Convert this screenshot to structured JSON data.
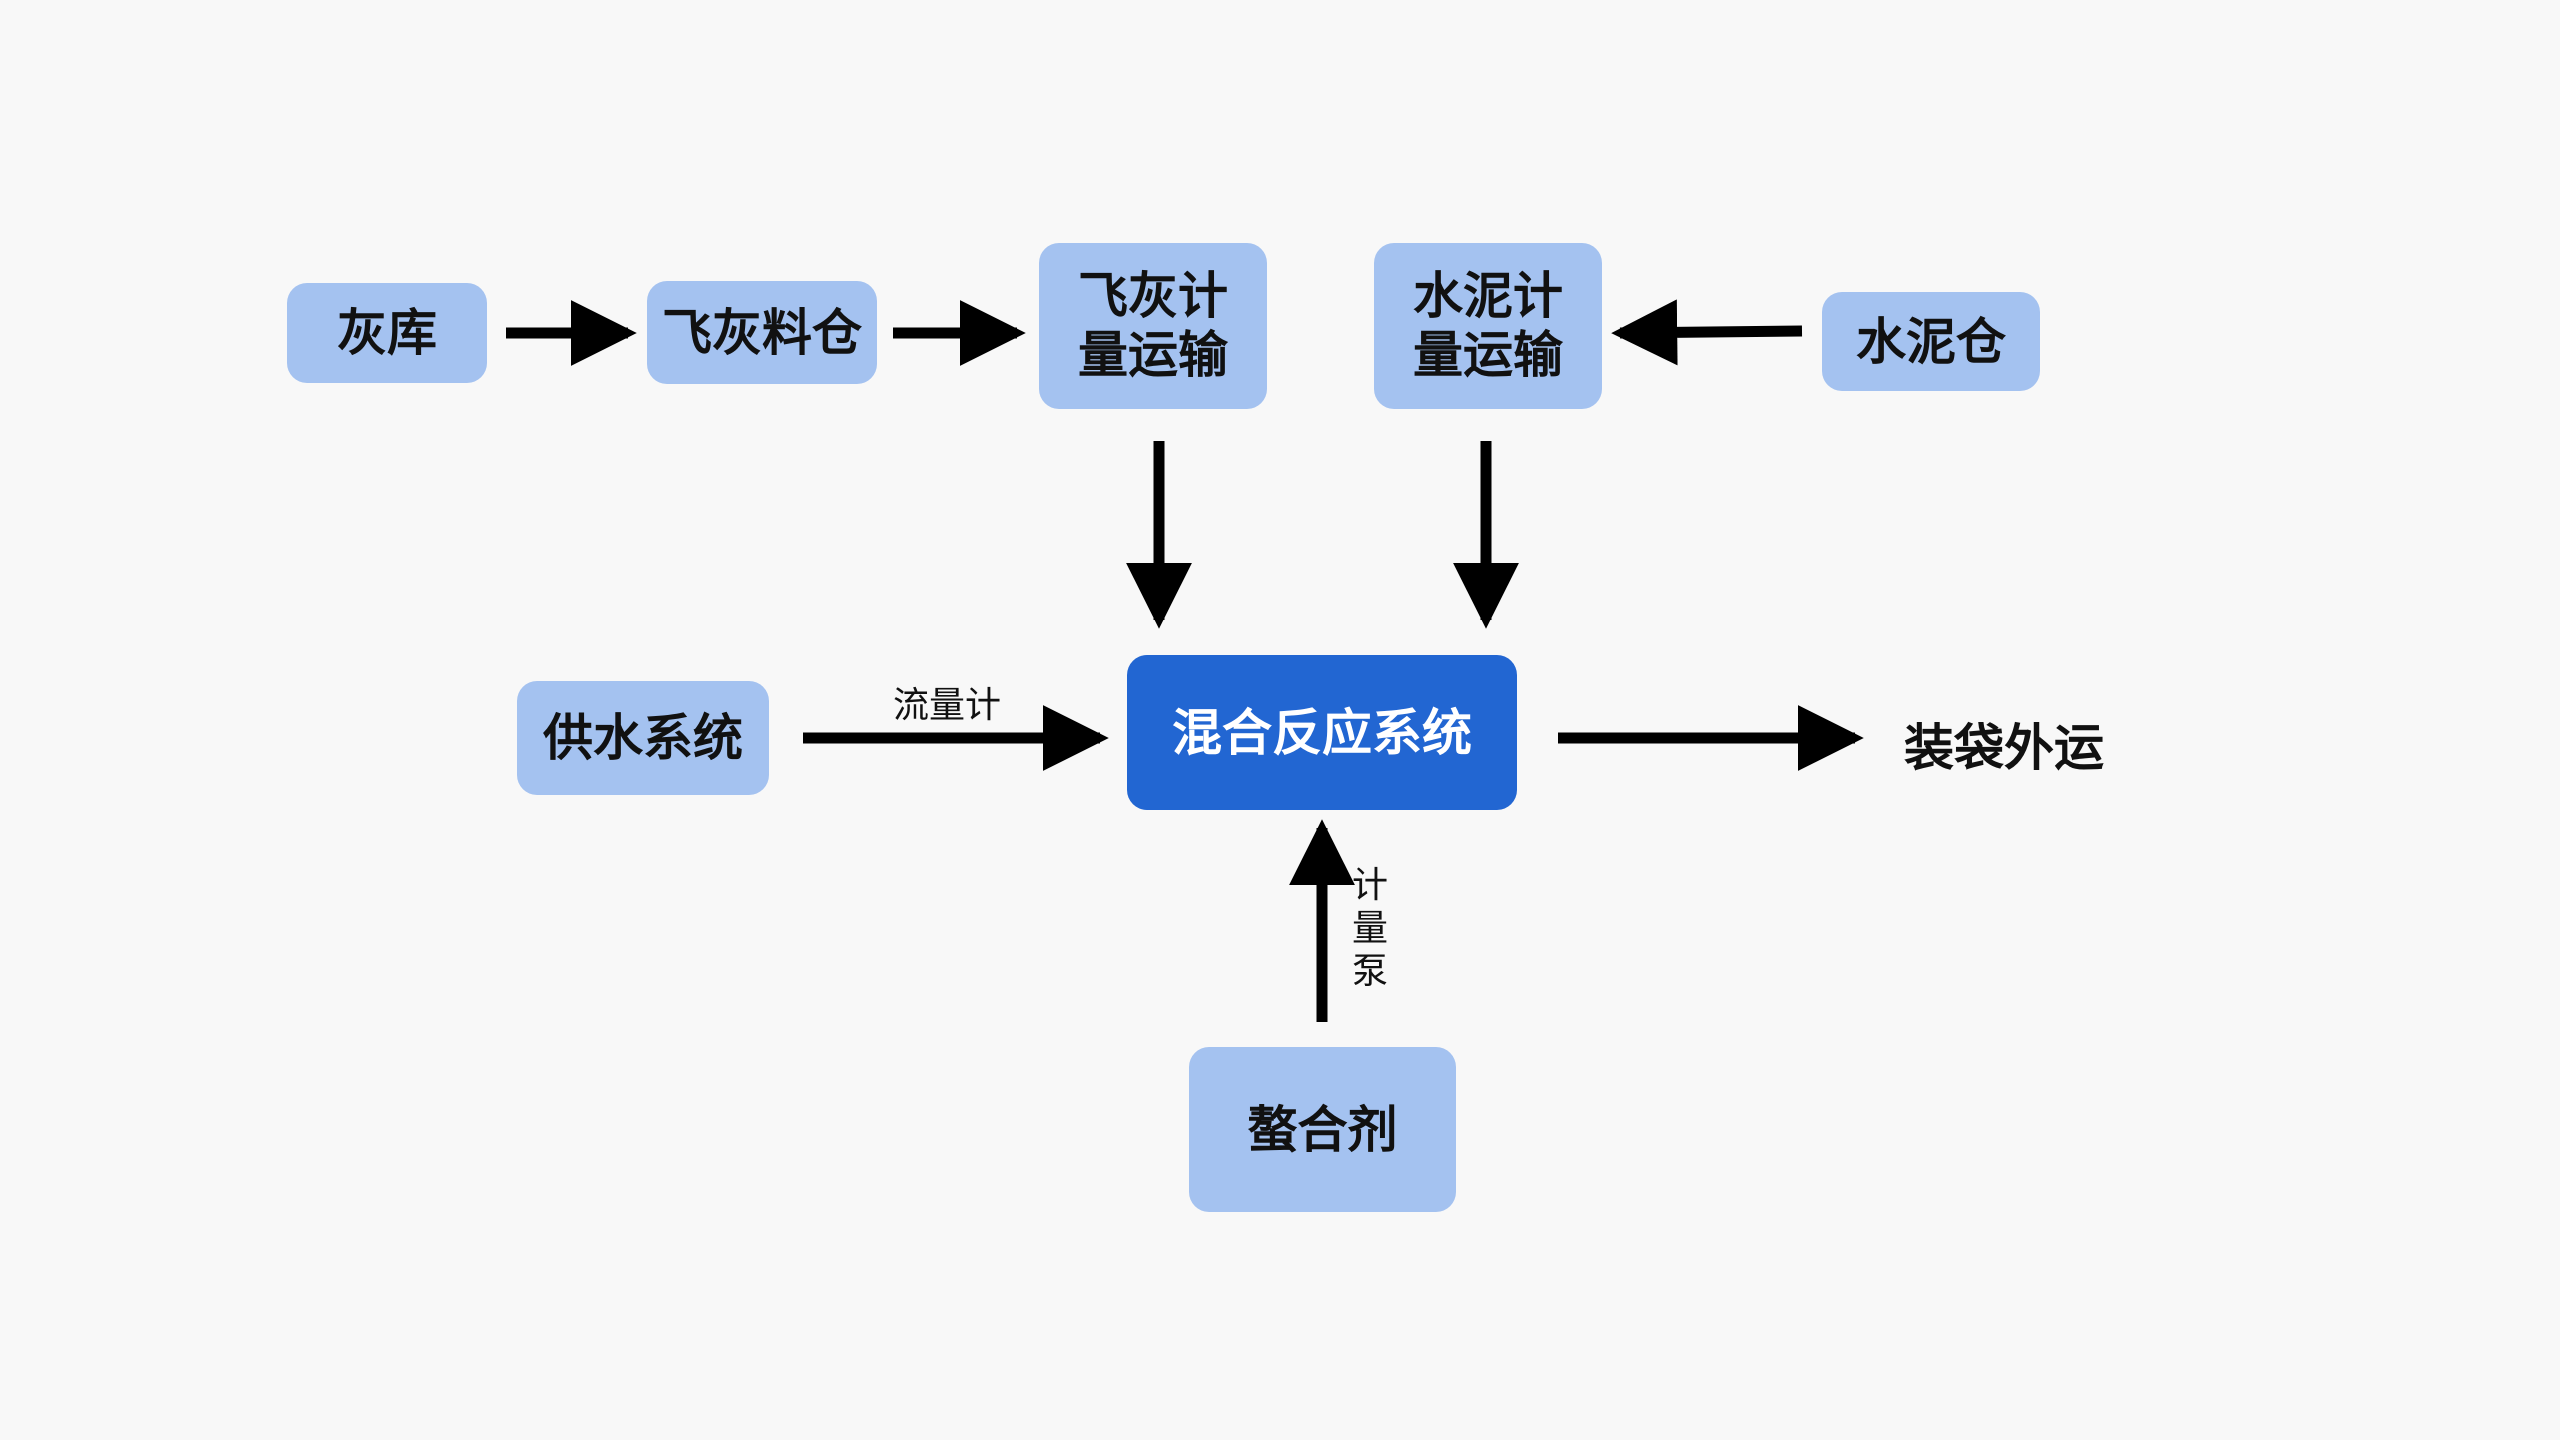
{
  "nodes": {
    "ash_storage": "灰库",
    "fly_ash_silo": "飞灰料仓",
    "fly_ash_metering": "飞灰计量运输",
    "cement_metering": "水泥计量运输",
    "cement_silo": "水泥仓",
    "water_supply": "供水系统",
    "mixing_reaction": "混合反应系统",
    "bagged_out": "装袋外运",
    "chelating_agent": "螯合剂"
  },
  "edge_labels": {
    "flowmeter": "流量计",
    "metering_pump": "计量泵"
  },
  "colors": {
    "light_box": "#a4c2f0",
    "main_box": "#2266d2",
    "arrow": "#000000",
    "background": "#f8f8f8"
  }
}
